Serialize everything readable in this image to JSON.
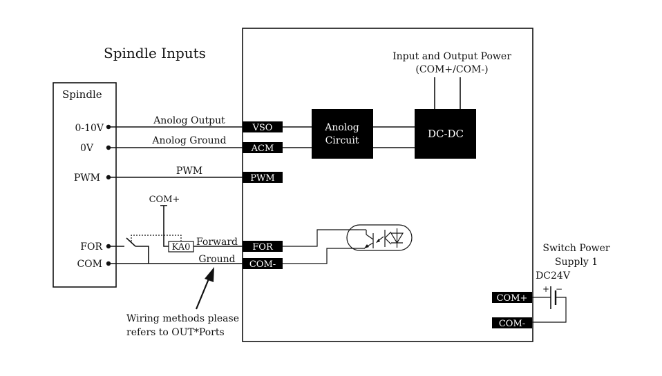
{
  "title": "Spindle Inputs",
  "spindle": {
    "label": "Spindle",
    "pins": [
      "0-10V",
      "0V",
      "PWM",
      "FOR",
      "COM"
    ]
  },
  "wires": {
    "analog_output": "Anolog Output",
    "analog_ground": "Anolog Ground",
    "pwm": "PWM",
    "forward": "Forward",
    "ground": "Ground",
    "com_plus": "COM+",
    "relay": "KA0"
  },
  "ports": {
    "vso": "VSO",
    "acm": "ACM",
    "pwm": "PWM",
    "for": "FOR",
    "com_minus": "COM-",
    "power_com_plus": "COM+",
    "power_com_minus": "COM-"
  },
  "blocks": {
    "analog_circuit_line1": "Anolog",
    "analog_circuit_line2": "Circuit",
    "dcdc": "DC-DC"
  },
  "power_io": {
    "line1": "Input and Output Power",
    "line2": "(COM+/COM-)"
  },
  "power_supply": {
    "line1": "Switch Power",
    "line2": "Supply 1",
    "voltage": "DC24V",
    "plus": "+",
    "minus": "−"
  },
  "note": {
    "line1": "Wiring methods please",
    "line2": "refers to OUT*Ports"
  }
}
